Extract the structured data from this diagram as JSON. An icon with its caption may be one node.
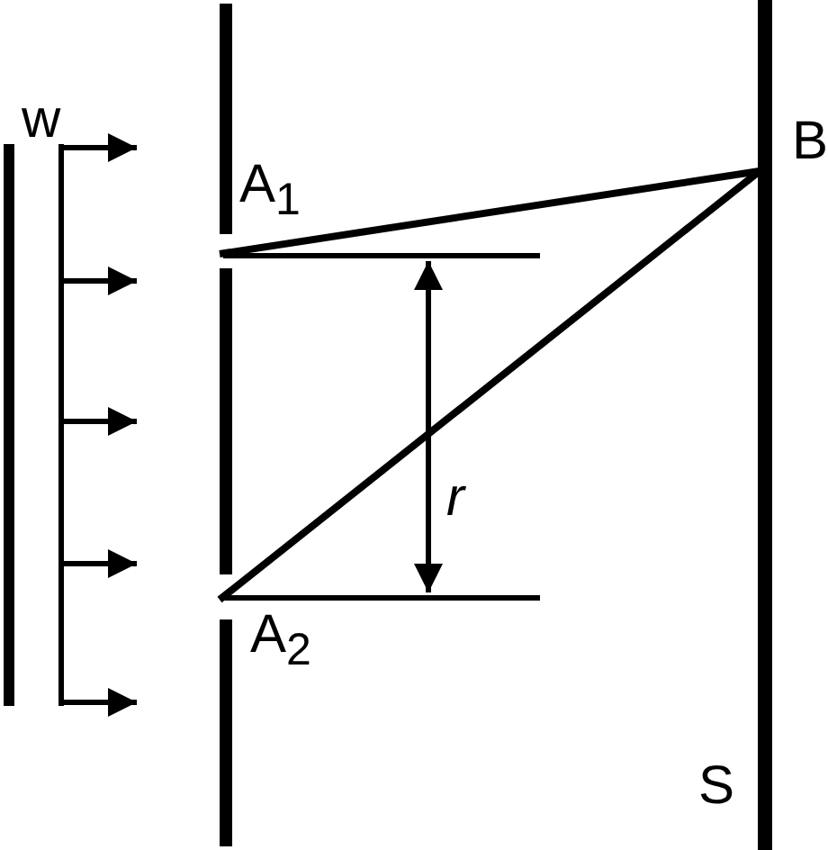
{
  "diagram": {
    "nodes": [
      {
        "text": [
          "A$_{1}$"
        ]
      },
      {
        "text": [
          "A$_{2}$"
        ]
      },
      {
        "text": [
          "B"
        ]
      }
    ],
    "edges": [
      {
        "from": 0,
        "to": 2,
        "arrow": "none"
      },
      {
        "from": 1,
        "to": 2,
        "arrow": "none"
      }
    ],
    "labels": [
      "w",
      "r",
      "S"
    ]
  }
}
